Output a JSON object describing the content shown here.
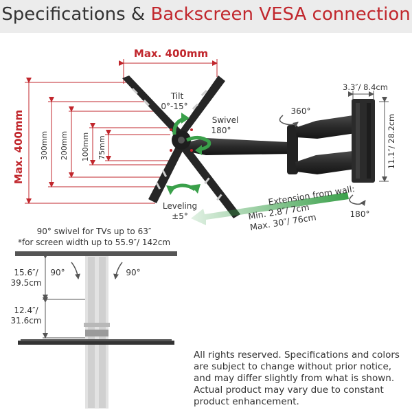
{
  "header": {
    "title_part1": "Specifications & ",
    "title_part2": "Backscreen VESA connection"
  },
  "dimensions": {
    "max_width": "Max. 400mm",
    "max_height": "Max. 400mm",
    "h300": "300mm",
    "h200": "200mm",
    "h100": "100mm",
    "h75": "75mm",
    "plate_width": "3.3″/ 8.4cm",
    "plate_height": "11.1″/ 28.2cm"
  },
  "motions": {
    "tilt_label": "Tilt",
    "tilt_value": "0°-15°",
    "swivel_label": "Swivel",
    "swivel_value": "180°",
    "leveling_label": "Leveling",
    "leveling_value": "±5°",
    "rotation_top": "360°",
    "rotation_bottom": "180°"
  },
  "extension": {
    "line1": "Extension from wall:",
    "line2": "Min. 2.8″/ 7cm",
    "line3": "Max. 30″/ 76cm"
  },
  "swivel_diagram": {
    "caption1": "90° swivel for TVs up to 63″",
    "caption2": "*for screen width up to 55.9″/ 142cm",
    "angle_left": "90°",
    "angle_right": "90°",
    "dim1_top": "15.6″/",
    "dim1_bottom": "39.5cm",
    "dim2_top": "12.4″/",
    "dim2_bottom": "31.6cm"
  },
  "disclaimer": {
    "line1": "All rights reserved. Specifications and colors",
    "line2": "are subject to change without prior notice,",
    "line3": "and may differ slightly from what is shown.",
    "line4": "Actual product may vary due to constant",
    "line5": "product enhancement."
  },
  "colors": {
    "accent_red": "#c1272d",
    "green": "#3aa04a",
    "dark_gray": "#333333",
    "mount_black": "#2b2b2b"
  }
}
